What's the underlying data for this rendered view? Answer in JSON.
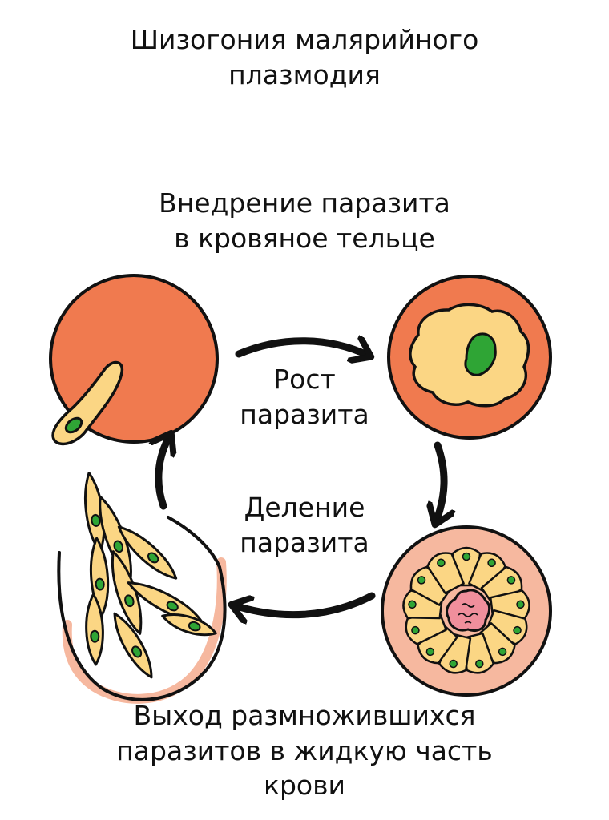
{
  "title": "Шизогония малярийного\nплазмодия",
  "stages": {
    "invasion": "Внедрение паразита\nв кровяное тельце",
    "growth": "Рост\nпаразита",
    "division": "Деление\nпаразита",
    "release": "Выход размножившихся\nпаразитов в жидкую часть\nкрови"
  },
  "colors": {
    "cell": "#f07a4f",
    "cytoplasm": "#fbd684",
    "nucleus": "#2fa535",
    "schizont_bg": "#f6b89f",
    "residual": "#f08f9c",
    "outline": "#111111"
  }
}
